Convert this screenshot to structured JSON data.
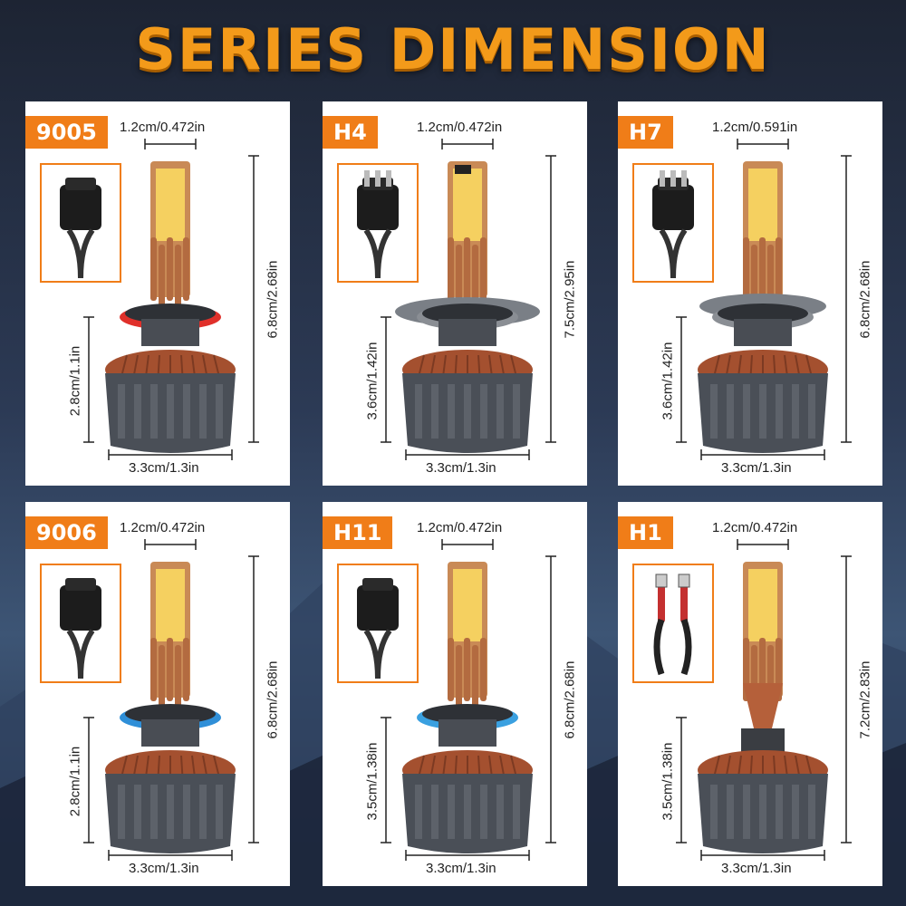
{
  "title": "SERIES DIMENSION",
  "colors": {
    "accent": "#f07d18",
    "title": "#f39a1a",
    "copper": "#b5603a",
    "housing": "#4a4f57"
  },
  "cards": [
    {
      "model": "9005",
      "top_width": "1.2cm/0.472in",
      "total_height": "6.8cm/2.68in",
      "base_height": "2.8cm/1.1in",
      "base_width": "3.3cm/1.3in",
      "ring": "#e0302a"
    },
    {
      "model": "H4",
      "top_width": "1.2cm/0.472in",
      "total_height": "7.5cm/2.95in",
      "base_height": "3.6cm/1.42in",
      "base_width": "3.3cm/1.3in",
      "ring": "#8a8e94"
    },
    {
      "model": "H7",
      "top_width": "1.2cm/0.591in",
      "total_height": "6.8cm/2.68in",
      "base_height": "3.6cm/1.42in",
      "base_width": "3.3cm/1.3in",
      "ring": "#8a8e94"
    },
    {
      "model": "9006",
      "top_width": "1.2cm/0.472in",
      "total_height": "6.8cm/2.68in",
      "base_height": "2.8cm/1.1in",
      "base_width": "3.3cm/1.3in",
      "ring": "#2f8fd8"
    },
    {
      "model": "H11",
      "top_width": "1.2cm/0.472in",
      "total_height": "6.8cm/2.68in",
      "base_height": "3.5cm/1.38in",
      "base_width": "3.3cm/1.3in",
      "ring": "#3aa0e0"
    },
    {
      "model": "H1",
      "top_width": "1.2cm/0.472in",
      "total_height": "7.2cm/2.83in",
      "base_height": "3.5cm/1.38in",
      "base_width": "3.3cm/1.3in",
      "ring": "#c47a5a"
    }
  ]
}
